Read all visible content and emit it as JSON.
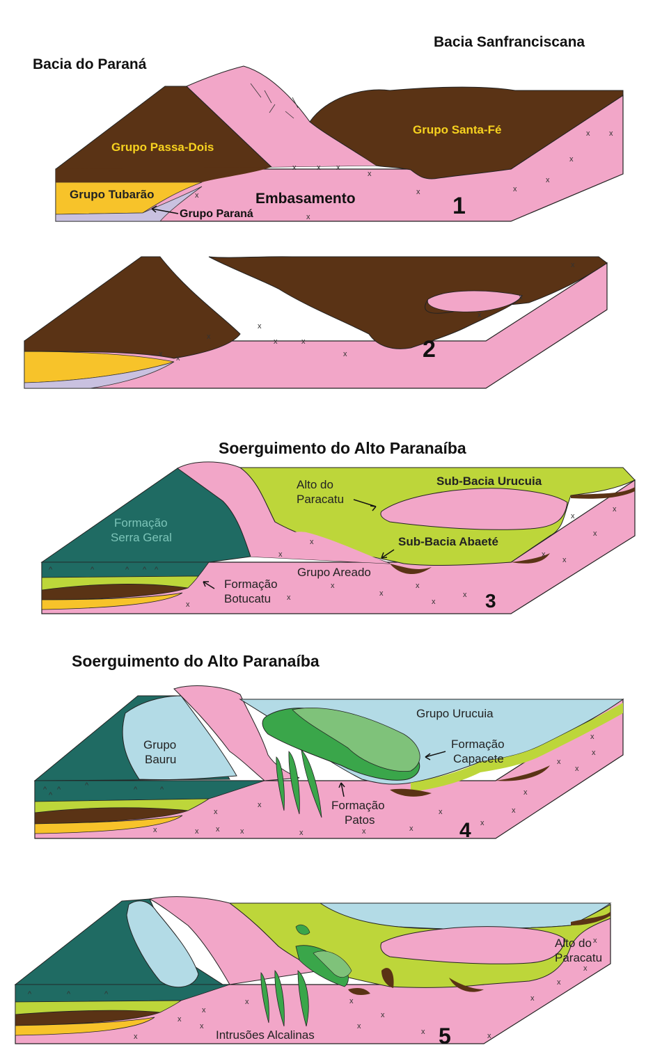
{
  "headings": {
    "bacia_parana": "Bacia do Paraná",
    "bacia_sanfranciscana": "Bacia Sanfranciscana",
    "soerguimento_3": "Soerguimento do Alto Paranaíba",
    "soerguimento_4": "Soerguimento do Alto Paranaíba"
  },
  "panel1": {
    "number": "1",
    "passa_dois": "Grupo Passa-Dois",
    "santa_fe": "Grupo Santa-Fé",
    "tubarao": "Grupo Tubarão",
    "embasamento": "Embasamento",
    "parana": "Grupo Paraná"
  },
  "panel2": {
    "number": "2"
  },
  "panel3": {
    "number": "3",
    "alto_paracatu": [
      "Alto do",
      "Paracatu"
    ],
    "urucuia": "Sub-Bacia Urucuia",
    "serra_geral": [
      "Formação",
      "Serra Geral"
    ],
    "abaete": "Sub-Bacia Abaeté",
    "areado": "Grupo Areado",
    "botucatu": [
      "Formação",
      "Botucatu"
    ]
  },
  "panel4": {
    "number": "4",
    "urucuia": "Grupo Urucuia",
    "bauru": [
      "Grupo",
      "Bauru"
    ],
    "capacete": [
      "Formação",
      "Capacete"
    ],
    "patos": [
      "Formação",
      "Patos"
    ]
  },
  "panel5": {
    "number": "5",
    "alto_paracatu": [
      "Alto do",
      "Paracatu"
    ],
    "intrusoes": "Intrusões Alcalinas"
  },
  "colors": {
    "pink": "#f2a6c8",
    "brown": "#5a3315",
    "yellow": "#f7c32a",
    "lilac": "#c9c1e0",
    "lime": "#bdd63a",
    "teal": "#1f6b63",
    "lightblue": "#b3dbe6",
    "green": "#3aa64a",
    "lightgreen": "#7fc27a"
  }
}
